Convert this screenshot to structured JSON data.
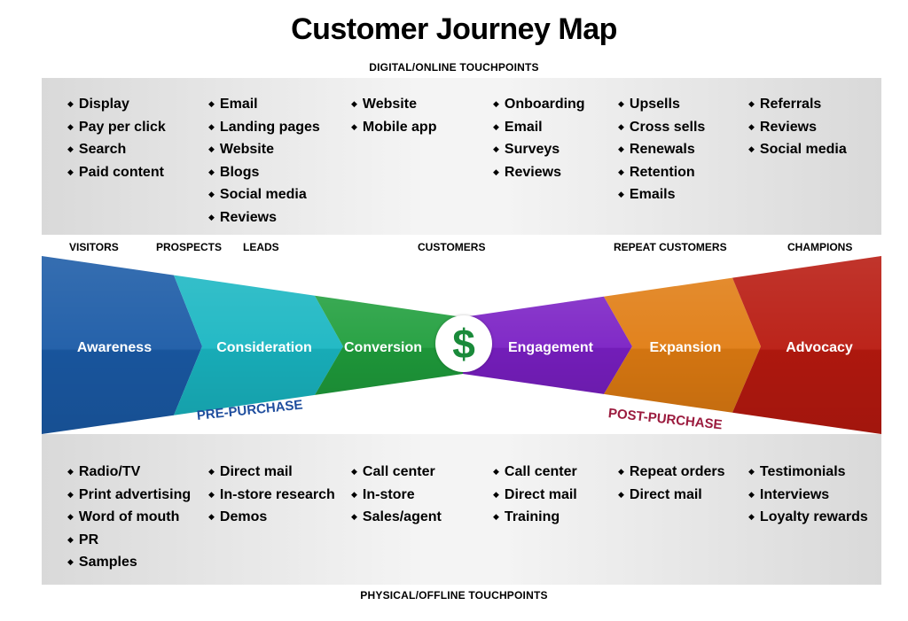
{
  "title": "Customer Journey Map",
  "digital_label": "DIGITAL/ONLINE TOUCHPOINTS",
  "physical_label": "PHYSICAL/OFFLINE TOUCHPOINTS",
  "digital_columns": [
    [
      "Display",
      "Pay per click",
      "Search",
      "Paid content"
    ],
    [
      "Email",
      "Landing pages",
      "Website",
      "Blogs",
      "Social media",
      "Reviews"
    ],
    [
      "Website",
      "Mobile app"
    ],
    [
      "Onboarding",
      "Email",
      "Surveys",
      "Reviews"
    ],
    [
      "Upsells",
      "Cross sells",
      "Renewals",
      "Retention",
      "Emails"
    ],
    [
      "Referrals",
      "Reviews",
      "Social media"
    ]
  ],
  "physical_columns": [
    [
      "Radio/TV",
      "Print advertising",
      "Word of mouth",
      "PR",
      "Samples"
    ],
    [
      "Direct mail",
      "In-store research",
      "Demos"
    ],
    [
      "Call center",
      "In-store",
      "Sales/agent"
    ],
    [
      "Call center",
      "Direct mail",
      "Training"
    ],
    [
      "Repeat orders",
      "Direct mail"
    ],
    [
      "Testimonials",
      "Interviews",
      "Loyalty rewards"
    ]
  ],
  "stages": [
    "VISITORS",
    "PROSPECTS",
    "LEADS",
    "CUSTOMERS",
    "REPEAT CUSTOMERS",
    "CHAMPIONS"
  ],
  "phases": [
    {
      "label": "Awareness",
      "color": "#1a5aa6"
    },
    {
      "label": "Consideration",
      "color": "#19b6c2"
    },
    {
      "label": "Conversion",
      "color": "#1f9e3c"
    },
    {
      "label": "Engagement",
      "color": "#7a1fc4"
    },
    {
      "label": "Expansion",
      "color": "#e07c12"
    },
    {
      "label": "Advocacy",
      "color": "#b8190f"
    }
  ],
  "pre_purchase": "PRE-PURCHASE",
  "post_purchase": "POST-PURCHASE",
  "center_symbol": "$",
  "icons": {
    "center": "dollar-icon",
    "bullet": "diamond-bullet-icon"
  }
}
